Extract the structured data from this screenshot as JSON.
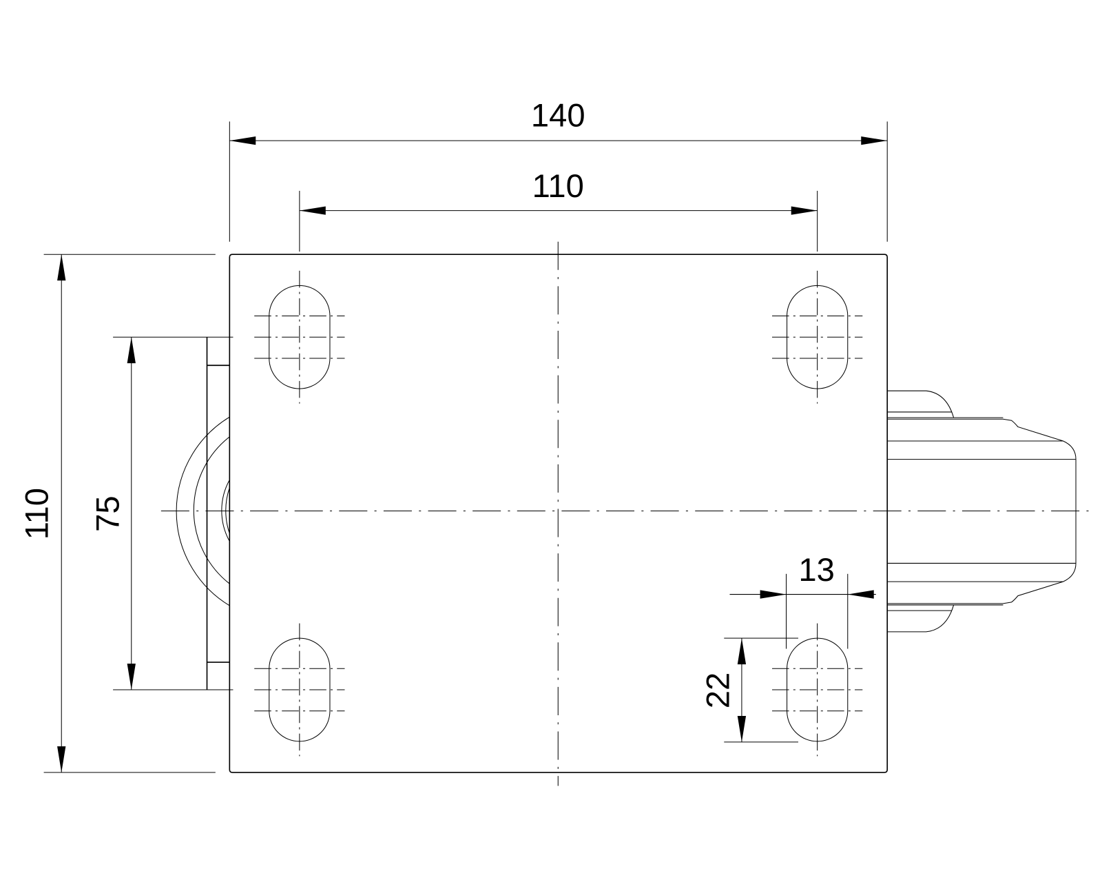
{
  "drawing": {
    "dimensions": {
      "overall_width": "140",
      "hole_spacing_x": "110",
      "overall_height": "110",
      "hole_spacing_y": "75",
      "slot_width": "13",
      "slot_length": "22"
    },
    "line_color": "#000000",
    "background": "#ffffff"
  }
}
